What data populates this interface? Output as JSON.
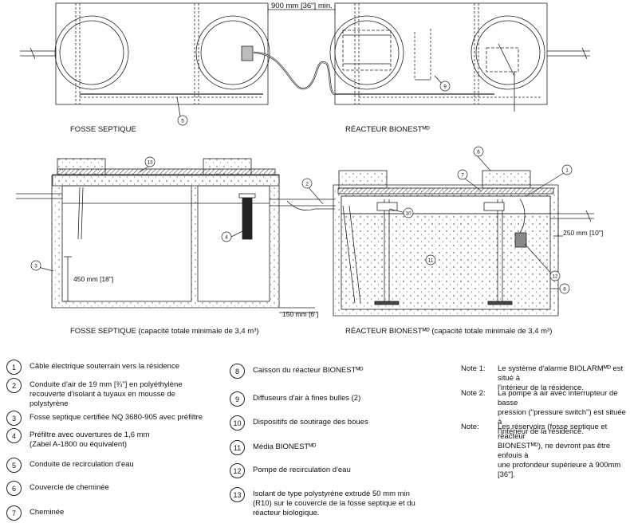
{
  "top_view": {
    "spacing_label": "900 mm [36\"] min.",
    "left_title": "FOSSE SEPTIQUE",
    "right_title": "RÉACTEUR BIONESTᴹᴰ"
  },
  "section_view": {
    "left_title": "FOSSE SEPTIQUE  (capacité totale minimale de 3,4 m³)",
    "right_title": "RÉACTEUR BIONESTᴹᴰ (capacité totale minimale de 3,4 m³)",
    "dim_450": "450 mm [18\"]",
    "dim_150": "150 mm [6\"]",
    "dim_250": "250 mm [10\"]"
  },
  "callouts": [
    "1",
    "2",
    "3",
    "4",
    "5",
    "6",
    "7",
    "8",
    "9",
    "10",
    "11",
    "12",
    "13"
  ],
  "legend": [
    {
      "num": "1",
      "text": "Câble électrique souterrain vers la résidence"
    },
    {
      "num": "2",
      "text": "Conduite d'air de 19 mm [¾\"] en polyéthylène\nrecouverte d'isolant à tuyaux en mousse de\npolystyrène"
    },
    {
      "num": "3",
      "text": "Fosse septique certifiée NQ 3680-905 avec préfiltre"
    },
    {
      "num": "4",
      "text": "Préfiltre avec ouvertures de 1,6 mm\n(Zabel A-1800 ou équivalent)"
    },
    {
      "num": "5",
      "text": "Conduite de recirculation d'eau"
    },
    {
      "num": "6",
      "text": "Couvercle de cheminée"
    },
    {
      "num": "7",
      "text": "Cheminée"
    },
    {
      "num": "8",
      "text": "Caisson du réacteur BIONESTᴹᴰ"
    },
    {
      "num": "9",
      "text": "Diffuseurs d'air à fines bulles (2)"
    },
    {
      "num": "10",
      "text": "Dispositifs de soutirage des boues"
    },
    {
      "num": "11",
      "text": "Média BIONESTᴹᴰ"
    },
    {
      "num": "12",
      "text": "Pompe de recirculation d'eau"
    },
    {
      "num": "13",
      "text": "Isolant de type polystyrène extrudé 50 mm min\n(R10) sur le couvercle de la fosse septique et du\nréacteur biologique."
    }
  ],
  "notes": [
    {
      "label": "Note 1:",
      "text": "Le système d'alarme BIOLARMᴹᴰ est situé à\nl'intérieur de la résidence."
    },
    {
      "label": "Note 2:",
      "text": "La pompe à air avec interrupteur de basse\npression (\"pressure switch\") est située à\nl'intérieur de la résidence."
    },
    {
      "label": "Note:",
      "text": "Les réservoirs (fosse septique et réacteur\nBIONESTᴹᴰ), ne devront pas être enfouis à\nune profondeur supérieure à 900mm [36\"]."
    }
  ]
}
